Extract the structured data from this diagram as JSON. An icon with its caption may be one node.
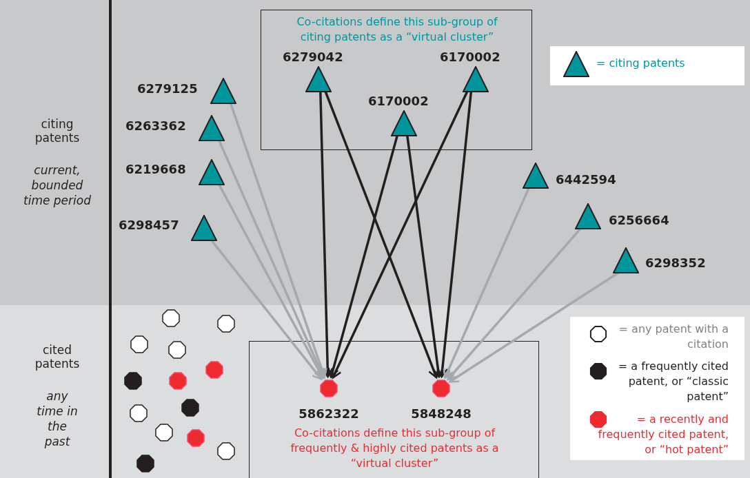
{
  "diagram": {
    "nodes": [
      {
        "text": [
          "citing patents",
          "current, bounded time period"
        ]
      },
      {
        "text": [
          "Co-citations define this sub-group of citing patents as a “virtual cluster”"
        ],
        "in": 0
      },
      {
        "text": [],
        "shape": "triangle",
        "beside": [
          "6279042"
        ],
        "in": 1
      },
      {
        "text": [],
        "shape": "triangle",
        "beside": [
          "6170002"
        ],
        "in": 1
      },
      {
        "text": [],
        "shape": "triangle",
        "beside": [
          "6170002"
        ],
        "in": 1
      },
      {
        "text": [],
        "shape": "triangle",
        "beside": [
          "6279125"
        ],
        "in": 0
      },
      {
        "text": [],
        "shape": "triangle",
        "beside": [
          "6263362"
        ],
        "in": 0
      },
      {
        "text": [],
        "shape": "triangle",
        "beside": [
          "6219668"
        ],
        "in": 0
      },
      {
        "text": [],
        "shape": "triangle",
        "beside": [
          "6442594"
        ],
        "in": 0
      },
      {
        "text": [],
        "shape": "triangle",
        "beside": [
          "6298457"
        ],
        "in": 0
      },
      {
        "text": [],
        "shape": "triangle",
        "beside": [
          "6256664"
        ],
        "in": 0
      },
      {
        "text": [],
        "shape": "triangle",
        "beside": [
          "6298352"
        ],
        "in": 0
      },
      {
        "text": [
          "cited patents",
          "any time in the past"
        ]
      },
      {
        "text": [
          "Co-citations define this sub-group of frequently & highly cited patents as a “virtual cluster”"
        ],
        "in": 12
      },
      {
        "text": [],
        "shape": "octagon",
        "beside": [
          "5862322"
        ],
        "in": 13
      },
      {
        "text": [],
        "shape": "octagon",
        "beside": [
          "5848248"
        ],
        "in": 13
      },
      {
        "text": [],
        "shape": "octagon",
        "in": 12
      },
      {
        "text": [],
        "shape": "octagon",
        "in": 12
      },
      {
        "text": [],
        "shape": "octagon",
        "in": 12
      },
      {
        "text": [],
        "shape": "octagon",
        "in": 12
      },
      {
        "text": [],
        "shape": "octagon",
        "in": 12
      },
      {
        "text": [],
        "shape": "octagon",
        "in": 12
      },
      {
        "text": [],
        "shape": "octagon",
        "in": 12
      },
      {
        "text": [],
        "shape": "octagon",
        "in": 12
      },
      {
        "text": [],
        "shape": "octagon",
        "in": 12
      },
      {
        "text": [],
        "shape": "octagon",
        "in": 12
      },
      {
        "text": [],
        "shape": "octagon",
        "in": 12
      },
      {
        "text": [],
        "shape": "octagon",
        "in": 12
      },
      {
        "text": [],
        "shape": "octagon",
        "in": 12
      }
    ],
    "edges": [
      {
        "from": 2,
        "to": 14,
        "arrow": "to",
        "color": "#231f20"
      },
      {
        "from": 2,
        "to": 15,
        "arrow": "to",
        "color": "#231f20"
      },
      {
        "from": 4,
        "to": 14,
        "arrow": "to",
        "color": "#231f20"
      },
      {
        "from": 4,
        "to": 15,
        "arrow": "to",
        "color": "#231f20"
      },
      {
        "from": 3,
        "to": 14,
        "arrow": "to",
        "color": "#231f20"
      },
      {
        "from": 3,
        "to": 15,
        "arrow": "to",
        "color": "#231f20"
      },
      {
        "from": 5,
        "to": 14,
        "arrow": "to"
      },
      {
        "from": 6,
        "to": 14,
        "arrow": "to"
      },
      {
        "from": 7,
        "to": 14,
        "arrow": "to"
      },
      {
        "from": 9,
        "to": 14,
        "arrow": "to"
      },
      {
        "from": 8,
        "to": 15,
        "arrow": "to"
      },
      {
        "from": 10,
        "to": 15,
        "arrow": "to"
      },
      {
        "from": 11,
        "to": 15,
        "arrow": "to"
      }
    ],
    "legend": [
      {
        "text": "= citing patents"
      },
      {
        "text": "= any patent with a citation"
      },
      {
        "text": "= a frequently cited patent, or “classic patent”"
      },
      {
        "text": "= a recently and frequently cited patent, or “hot patent”"
      }
    ]
  }
}
